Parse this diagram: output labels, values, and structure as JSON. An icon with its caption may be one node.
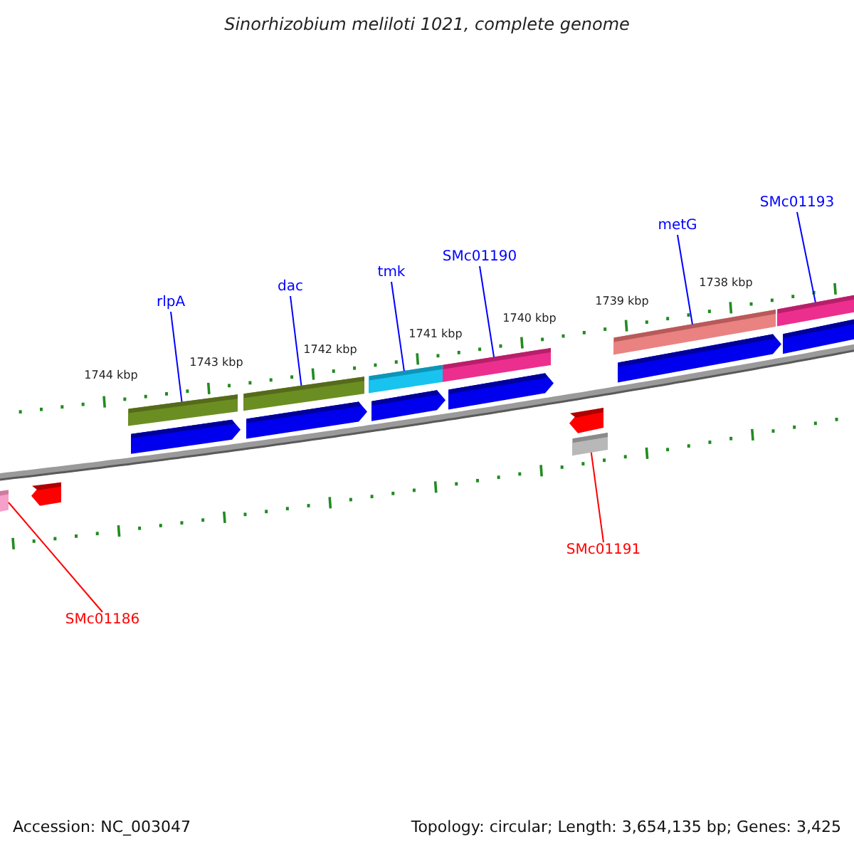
{
  "diagram": {
    "title": "Sinorhizobium meliloti 1021, complete genome",
    "nodes": [
      {
        "text": [
          "rlpA"
        ]
      },
      {
        "text": [
          "dac"
        ]
      },
      {
        "text": [
          "tmk"
        ]
      },
      {
        "text": [
          "SMc01190"
        ]
      },
      {
        "text": [
          "metG"
        ]
      },
      {
        "text": [
          "SMc01193"
        ]
      },
      {
        "text": [
          "SMc01191"
        ]
      },
      {
        "text": [
          "SMc01186"
        ]
      },
      {
        "text": [],
        "shape": "bar"
      },
      {
        "text": [],
        "shape": "bar"
      },
      {
        "text": [],
        "shape": "bar"
      },
      {
        "text": [],
        "shape": "bar"
      },
      {
        "text": [],
        "shape": "bar"
      },
      {
        "text": [],
        "shape": "bar"
      },
      {
        "text": [],
        "shape": "bar"
      },
      {
        "text": [],
        "shape": "bar"
      }
    ],
    "edges": [
      {
        "from": 0,
        "to": 9,
        "arrow": "none"
      },
      {
        "from": 1,
        "to": 10,
        "arrow": "none"
      },
      {
        "from": 2,
        "to": 11,
        "arrow": "none"
      },
      {
        "from": 3,
        "to": 12,
        "arrow": "none"
      },
      {
        "from": 4,
        "to": 14,
        "arrow": "none"
      },
      {
        "from": 5,
        "to": 15,
        "arrow": "none"
      },
      {
        "from": 6,
        "to": 13,
        "arrow": "none",
        "color": "#ff0000"
      },
      {
        "from": 7,
        "to": 8,
        "arrow": "none",
        "color": "#ff0000"
      }
    ],
    "labels": [
      "1744 kbp",
      "1743 kbp",
      "1742 kbp",
      "1741 kbp",
      "1740 kbp",
      "1739 kbp",
      "1738 kbp",
      "Accession: NC_003047",
      "Topology: circular; Length: 3,654,135 bp; Genes: 3,425"
    ]
  }
}
